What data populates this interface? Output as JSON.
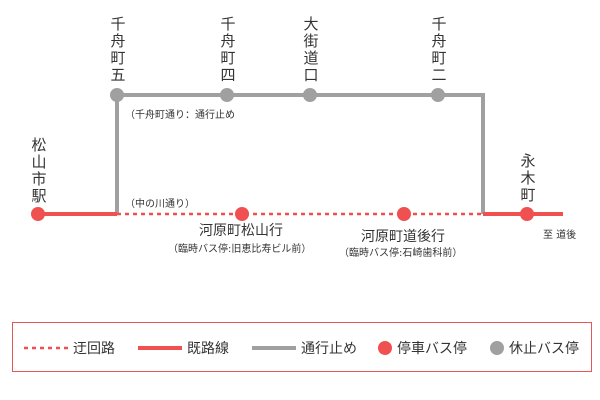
{
  "colors": {
    "active": "#f05050",
    "inactive": "#a0a0a0",
    "text": "#333333",
    "frame": "#e05858"
  },
  "stops": {
    "matsuyama_shi_eki": "松山市駅",
    "senbuncho_5": "千舟町五",
    "senbuncho_4": "千舟町四",
    "okaido_guchi": "大街道口",
    "senbuncho_2": "千舟町二",
    "eikicho": "永木町",
    "kawaramachi_matsuyama": "河原町松山行",
    "kawaramachi_dogo": "河原町道後行"
  },
  "notes": {
    "senbuncho_dori": "（千舟町通り：通行止め",
    "nakanokawa_dori": "（中の川通り）",
    "temp_stop_matsuyama": "（臨時バス停:旧恵比寿ビル前）",
    "temp_stop_dogo": "（臨時バス停:石崎歯科前）",
    "to_dogo": "至 道後"
  },
  "legend": {
    "detour": "迂回路",
    "existing": "既路線",
    "closed": "通行止め",
    "active_stop": "停車バス停",
    "closed_stop": "休止バス停"
  }
}
